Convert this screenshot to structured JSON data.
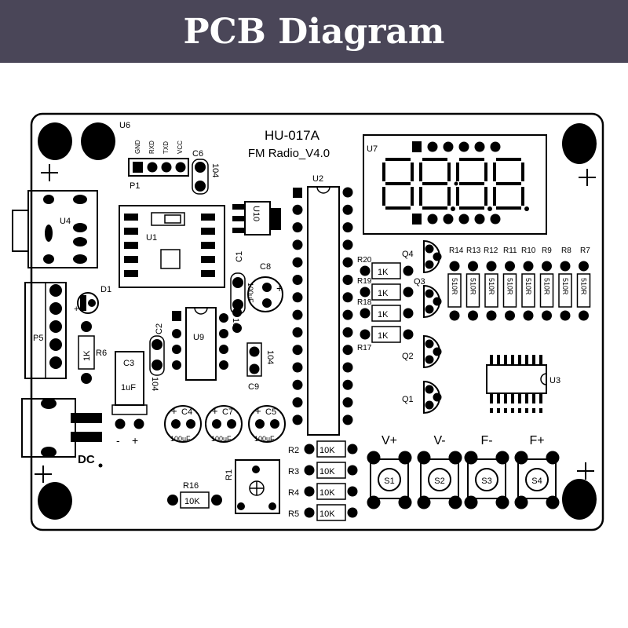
{
  "header": {
    "title": "PCB Diagram"
  },
  "board": {
    "model": "HU-017A",
    "subtitle": "FM Radio_V4.0",
    "p1_pins": [
      "GND",
      "RXD",
      "TXD",
      "VCC"
    ],
    "labels": {
      "U6": "U6",
      "P1": "P1",
      "C6": "C6",
      "C6_val": "104",
      "U7": "U7",
      "U2": "U2",
      "U4": "U4",
      "U1": "U1",
      "U10": "U10",
      "C1": "C1",
      "C1_val": "104",
      "C8": "C8",
      "C8_val": "100uF",
      "D1": "D1",
      "P5": "P5",
      "R6": "R6",
      "R6_val": "1K",
      "C3": "C3",
      "C3_val": "1uF",
      "C2": "C2",
      "C2_val": "104",
      "U9": "U9",
      "C9": "C9",
      "C9_val": "104",
      "C4": "C4",
      "C7": "C7",
      "C5": "C5",
      "cap_val": "100uF",
      "DC": "DC",
      "minus": "-",
      "plus": "+",
      "R16": "R16",
      "R16_val": "10K",
      "R1": "R1",
      "Q1": "Q1",
      "Q2": "Q2",
      "Q3": "Q3",
      "Q4": "Q4",
      "R17": "R17",
      "R18": "R18",
      "R19": "R19",
      "R20": "R20",
      "res_1k": "1K",
      "U3": "U3",
      "res_510": "510R",
      "res_10k": "10K",
      "R2": "R2",
      "R3": "R3",
      "R4": "R4",
      "R5": "R5",
      "R14": "R14",
      "R13": "R13",
      "R12": "R12",
      "R11": "R11",
      "R10": "R10",
      "R9": "R9",
      "R8": "R8",
      "R7": "R7"
    },
    "buttons": [
      {
        "id": "S1",
        "label": "V+"
      },
      {
        "id": "S2",
        "label": "V-"
      },
      {
        "id": "S3",
        "label": "F-"
      },
      {
        "id": "S4",
        "label": "F+"
      }
    ]
  }
}
